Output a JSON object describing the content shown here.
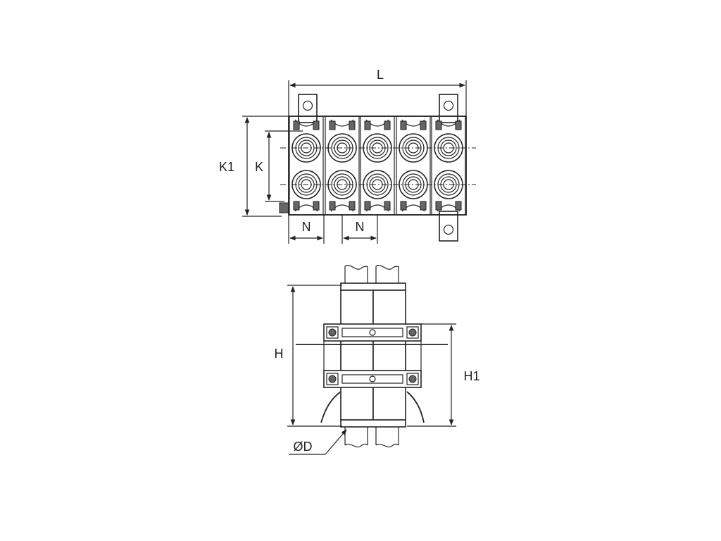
{
  "labels": {
    "L": "L",
    "K1": "K1",
    "K": "K",
    "N1": "N",
    "N2": "N",
    "H": "H",
    "H1": "H1",
    "D": "ØD"
  }
}
